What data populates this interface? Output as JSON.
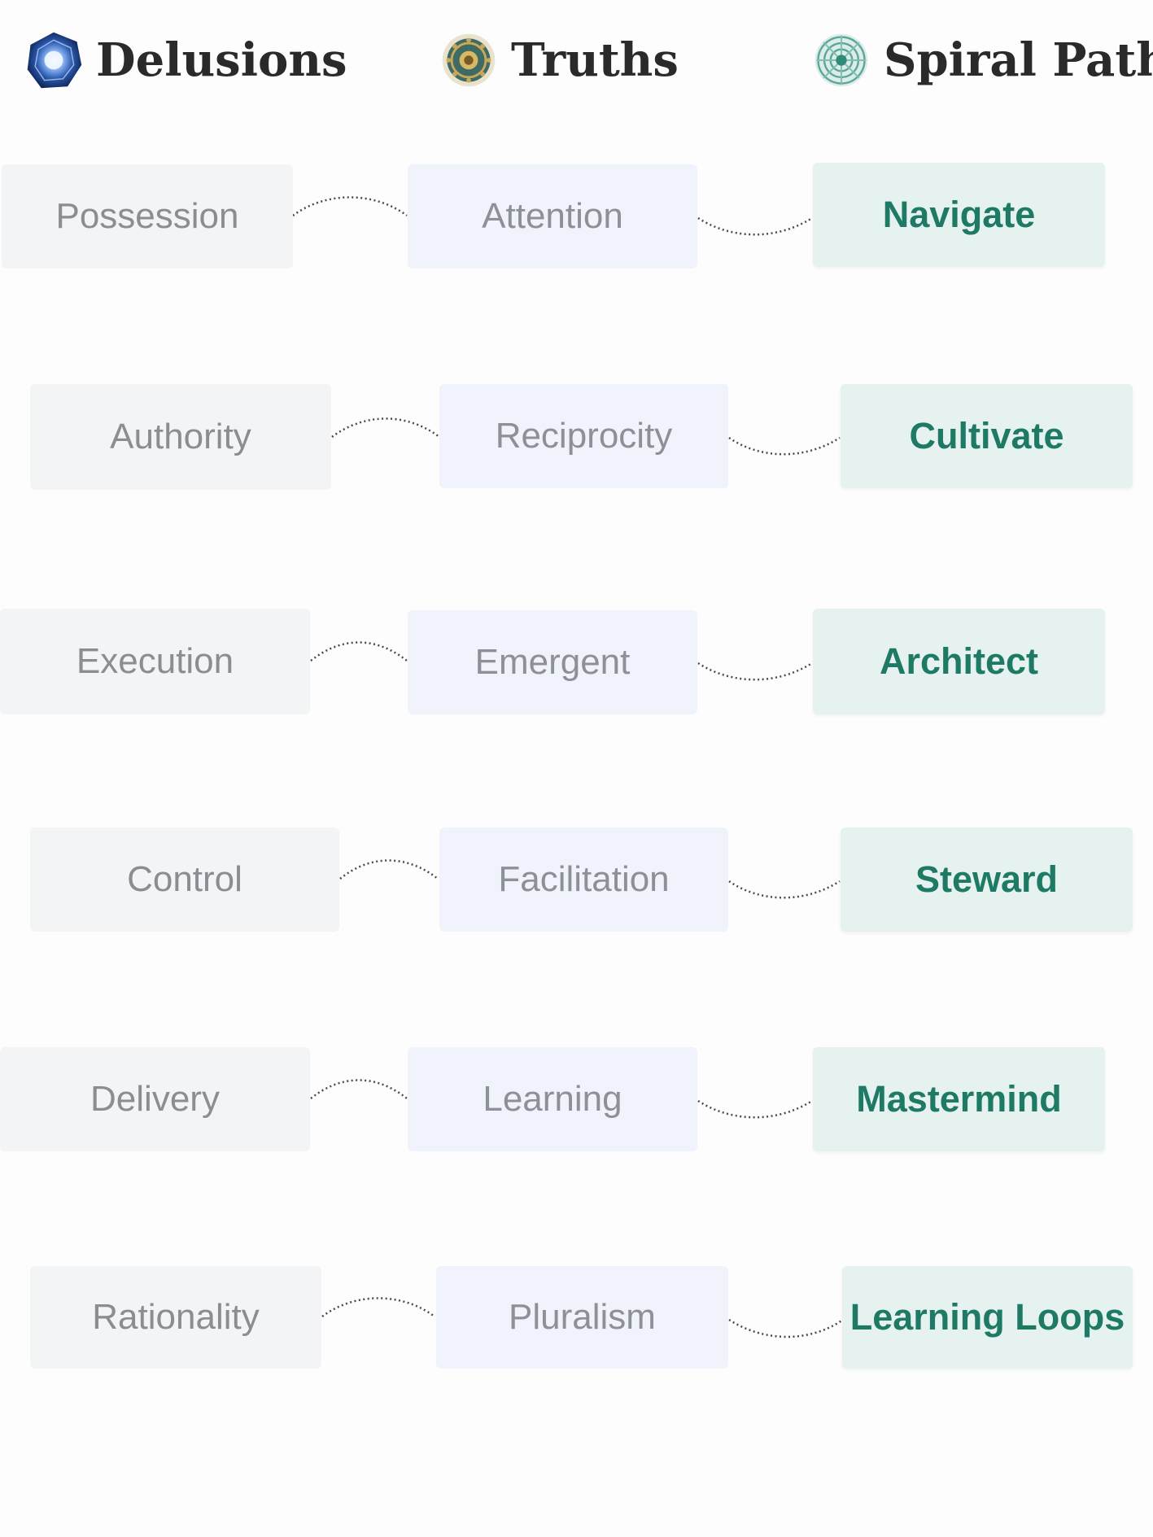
{
  "headers": {
    "delusions": "Delusions",
    "truths": "Truths",
    "spiral": "Spiral Paths"
  },
  "rows": [
    {
      "delusion": "Possession",
      "truth": "Attention",
      "path": "Navigate"
    },
    {
      "delusion": "Authority",
      "truth": "Reciprocity",
      "path": "Cultivate"
    },
    {
      "delusion": "Execution",
      "truth": "Emergent",
      "path": "Architect"
    },
    {
      "delusion": "Control",
      "truth": "Facilitation",
      "path": "Steward"
    },
    {
      "delusion": "Delivery",
      "truth": "Learning",
      "path": "Mastermind"
    },
    {
      "delusion": "Rationality",
      "truth": "Pluralism",
      "path": "Learning Loops"
    }
  ],
  "colors": {
    "delusion_bg": "#f3f4f6",
    "truth_bg": "#f0f3fb",
    "path_bg": "#e6f2ef",
    "path_text": "#1f7a65"
  },
  "icons": [
    "blue-crystal-emblem-icon",
    "gold-mandala-icon",
    "teal-spiral-mandala-icon"
  ]
}
